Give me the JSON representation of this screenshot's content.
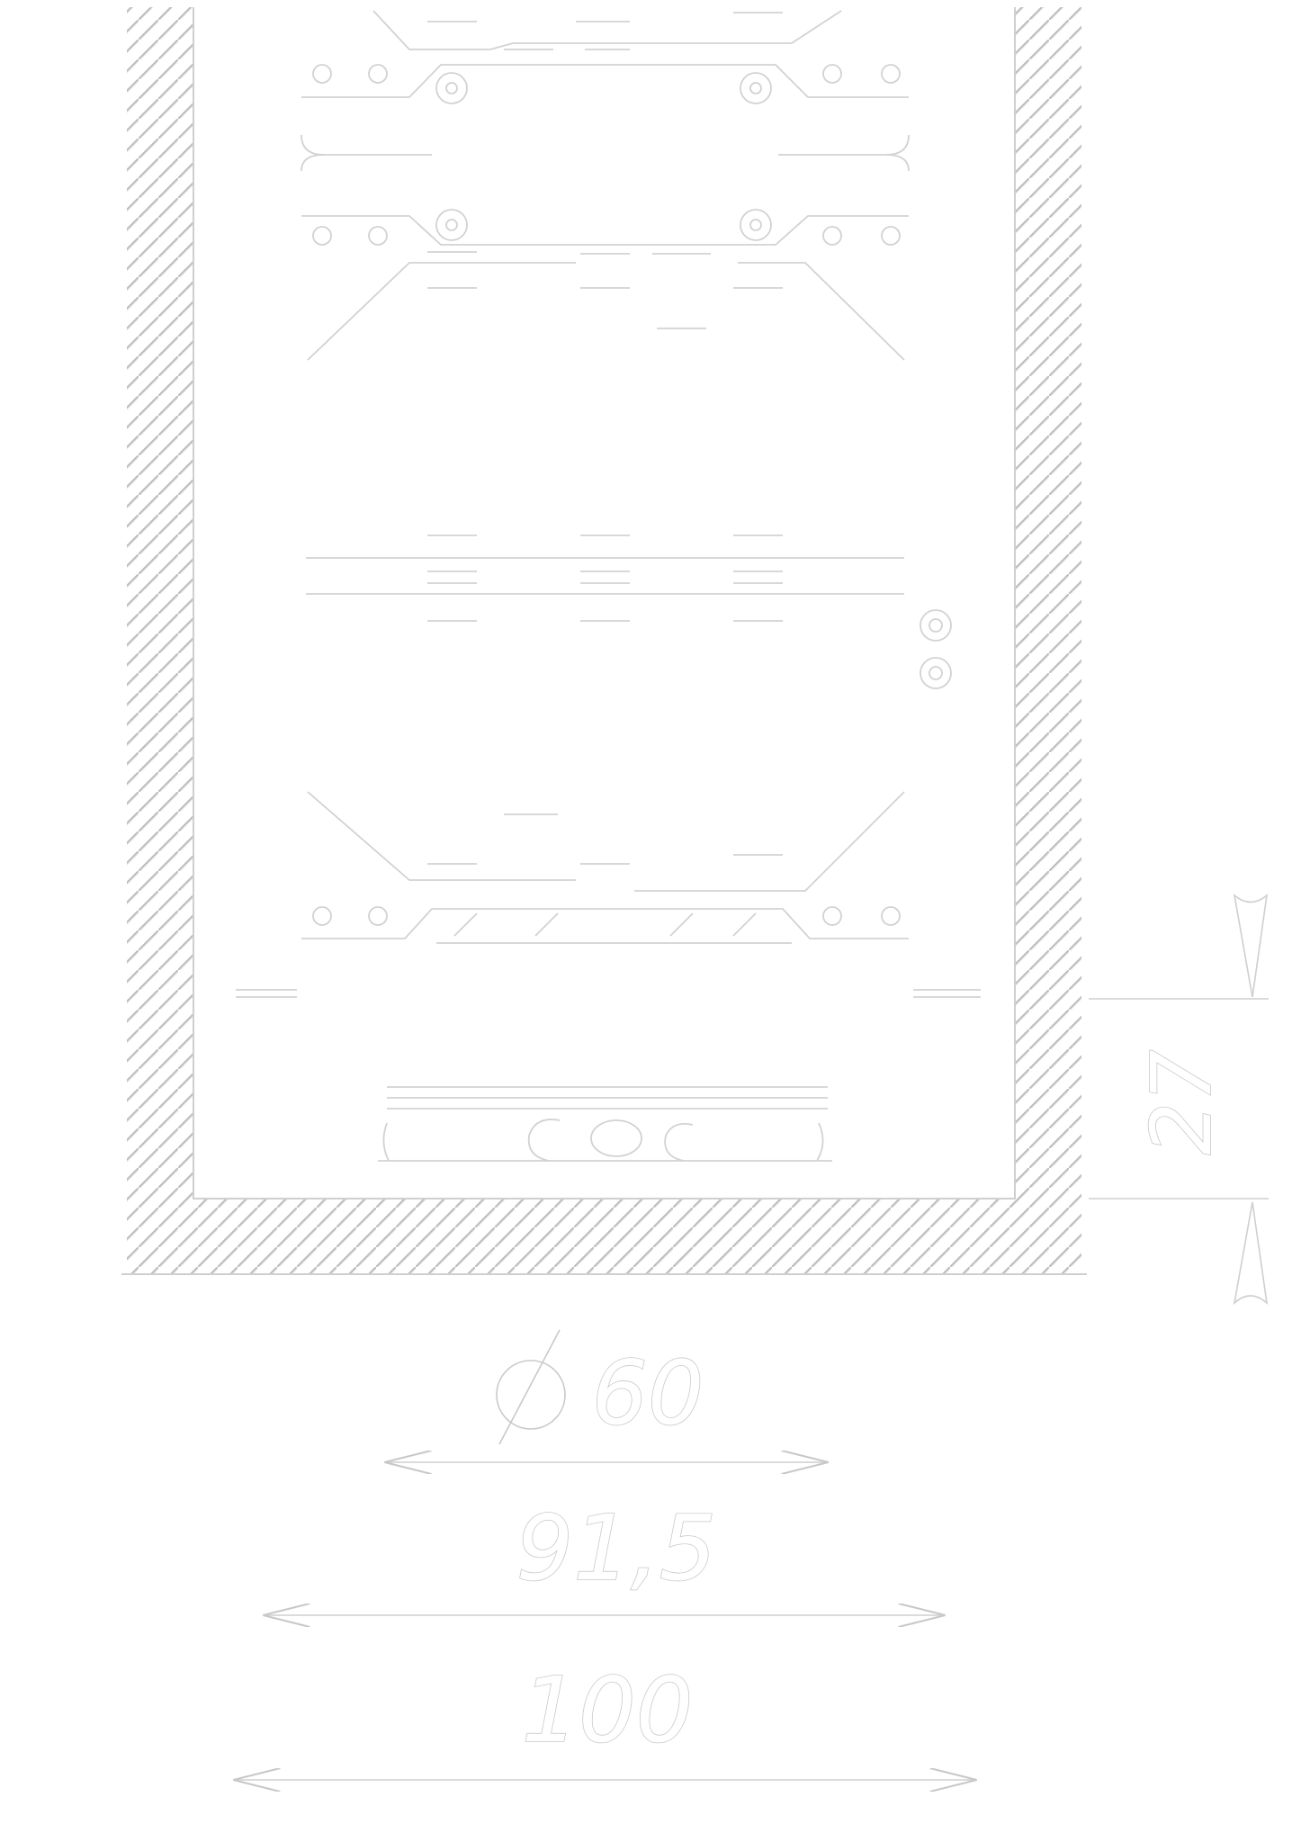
{
  "drawing": {
    "type": "technical-section-drawing",
    "line_color": "#cfcfcf",
    "background": "#ffffff",
    "dimensions": {
      "diameter_symbol": "∅",
      "diameter_value": "60",
      "inner_width": "91,5",
      "outer_width": "100",
      "depth": "27"
    }
  }
}
